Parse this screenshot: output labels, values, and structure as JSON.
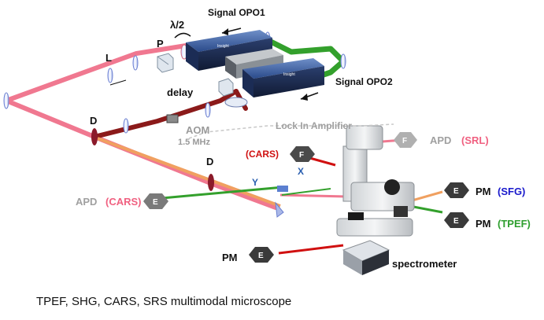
{
  "labels": {
    "lambda_half": "λ/2",
    "signal_opo1": "Signal OPO1",
    "signal_opo2": "Signal OPO2",
    "p": "P",
    "l": "L",
    "delay": "delay",
    "d_upper": "D",
    "d_lower": "D",
    "aom": "AOM",
    "aom_freq": "1.5 MHz",
    "lock_in": "Lock In Amplifier",
    "cars_top": "(CARS)",
    "apd_srl": "APD",
    "srl": "(SRL)",
    "apd_cars": "APD",
    "cars_left": "(CARS)",
    "pm_sfg": "PM",
    "sfg": "(SFG)",
    "pm_tpef": "PM",
    "tpef": "(TPEF)",
    "pm_bottom": "PM",
    "spectrometer": "spectrometer",
    "axis_x": "X",
    "axis_y": "Y",
    "laser_brand": "Insight",
    "box_f1": "F",
    "box_f2": "F",
    "box_e_cars": "E",
    "box_e_sfg": "E",
    "box_e_tpef": "E",
    "box_e_bottom": "E"
  },
  "caption": "TPEF, SHG, CARS, SRS multimodal microscope",
  "colors": {
    "pump_beam": "#f07890",
    "stokes_beam": "#8b1a1a",
    "opo_beam": "#33a02c",
    "green_text": "#2e9e2e",
    "blue_text": "#1a1acc",
    "red_text": "#d01010",
    "pink_text": "#f06080",
    "gray_text": "#9a9a9a"
  }
}
